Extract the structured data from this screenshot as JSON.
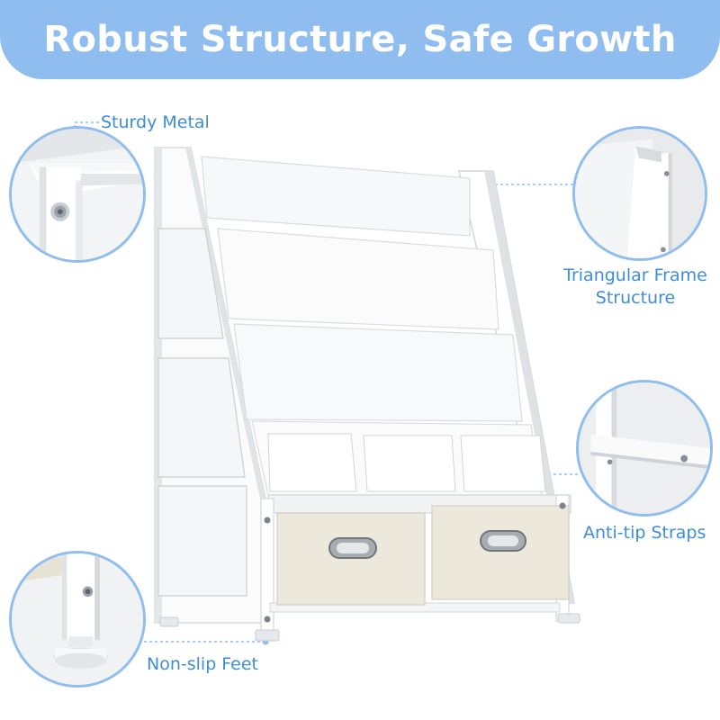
{
  "banner": {
    "title": "Robust Structure, Safe Growth"
  },
  "callouts": {
    "sturdy_metal": "Sturdy Metal",
    "triangular_line1": "Triangular Frame",
    "triangular_line2": "Structure",
    "anti_tip": "Anti-tip Straps",
    "non_slip": "Non-slip Feet"
  },
  "colors": {
    "banner": "#8fbdf0",
    "label_text": "#3d8ed6",
    "frame": "#ffffff",
    "bin_fabric": "#ece9dc"
  },
  "icons": {
    "bin_handle": "metal-oval-handle-icon"
  }
}
